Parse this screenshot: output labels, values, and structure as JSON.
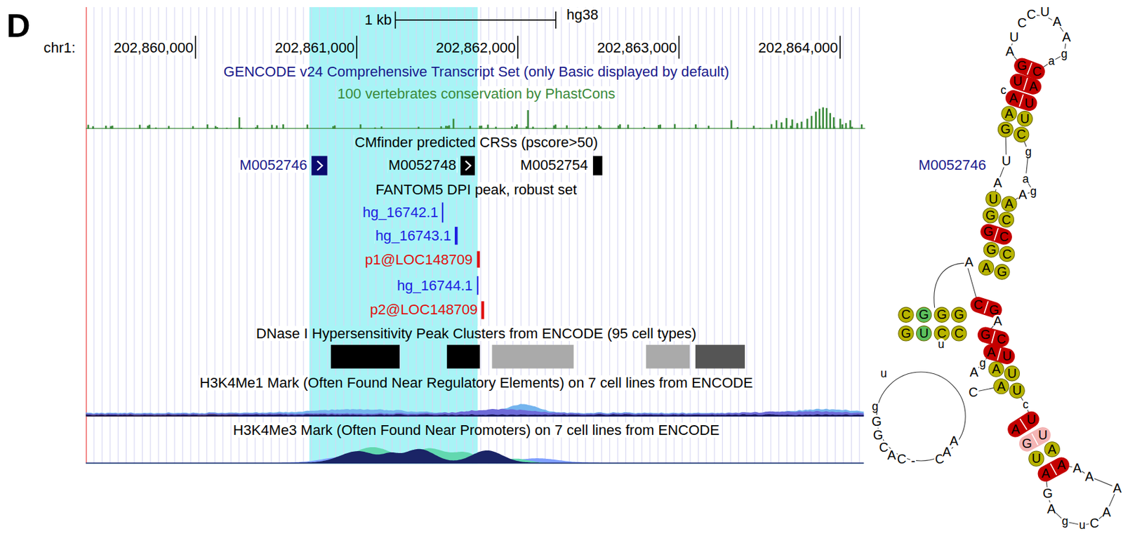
{
  "diagram": {
    "labels": [
      "D",
      "1 kb",
      "hg38",
      "chr1:",
      "202,860,000",
      "202,861,000",
      "202,862,000",
      "202,863,000",
      "202,864,000",
      "GENCODE v24 Comprehensive Transcript Set (only Basic displayed by default)",
      "100 vertebrates conservation by PhastCons",
      "CMfinder predicted CRSs (pscore>50)",
      "M0052746",
      "M0052748",
      "M0052754",
      "FANTOM5 DPI peak, robust set",
      "hg_16742.1",
      "hg_16743.1",
      "p1@LOC148709",
      "hg_16744.1",
      "p2@LOC148709",
      "DNase I Hypersensitivity Peak Clusters from ENCODE (95 cell types)",
      "H3K4Me1 Mark (Often Found Near Regulatory Elements) on 7 cell lines from ENCODE",
      "H3K4Me3 Mark (Often Found Near Promoters) on 7 cell lines from ENCODE",
      "M0052746",
      "G",
      "C",
      "U",
      "A",
      "A",
      "U",
      "A",
      "U",
      "G",
      "C",
      "U",
      "A",
      "G",
      "C",
      "G",
      "C",
      "G",
      "C",
      "A",
      "G",
      "C",
      "G",
      "G",
      "C",
      "A",
      "U",
      "A",
      "U",
      "A",
      "U",
      "A",
      "U",
      "G",
      "U",
      "U",
      "A",
      "A",
      "A",
      "C",
      "G",
      "G",
      "U",
      "G",
      "C",
      "G",
      "C",
      "C",
      "C",
      "U",
      "A",
      "A",
      "g",
      "a",
      "U",
      "A",
      "c",
      "U",
      "g",
      "a",
      "g",
      "A",
      "A",
      "A",
      "A",
      "u",
      "u",
      "g",
      "G",
      "G",
      "C",
      "A",
      "C",
      "-",
      "C",
      "A",
      "A",
      "A",
      "g",
      "C",
      "c",
      "A",
      "A",
      "A",
      "G",
      "A",
      "g",
      "u",
      "C",
      "A"
    ]
  }
}
